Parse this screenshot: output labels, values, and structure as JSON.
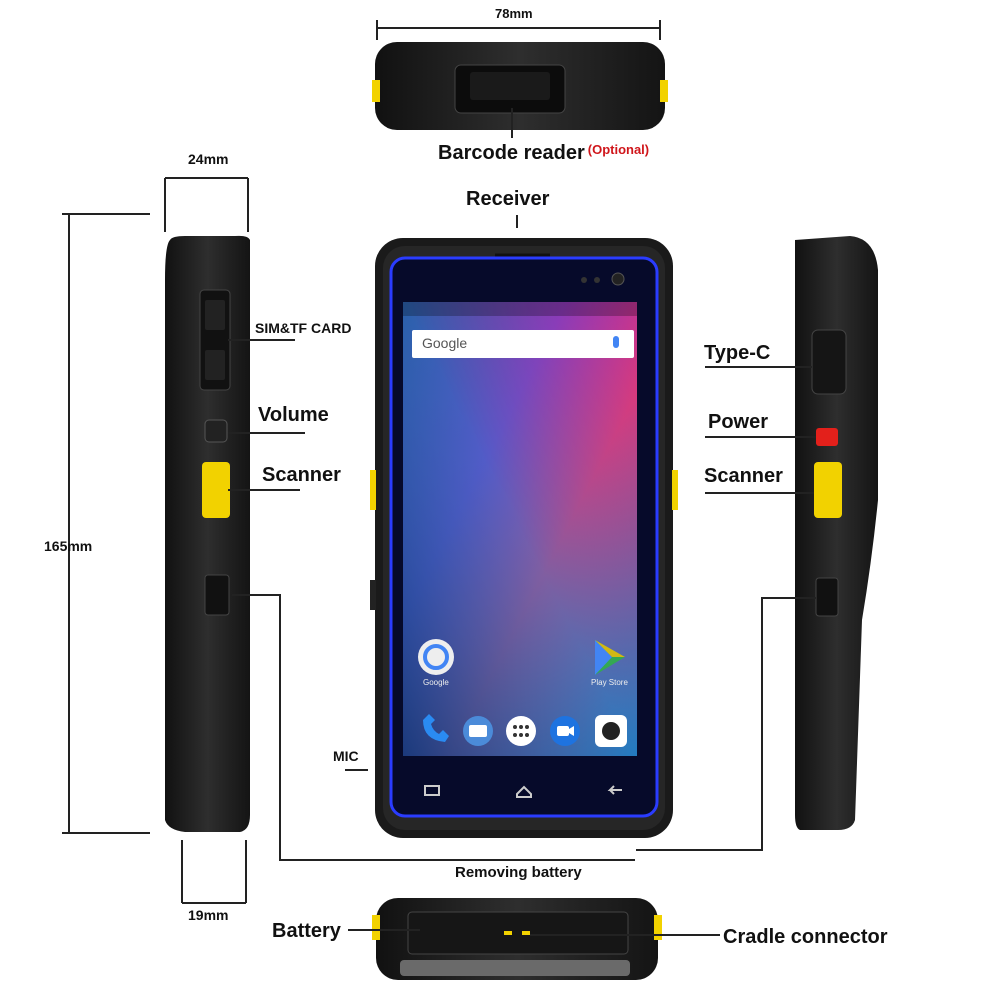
{
  "dimensions": {
    "width": "78mm",
    "depth_top": "24mm",
    "height": "165mm",
    "depth_bottom": "19mm"
  },
  "labels": {
    "barcode_reader": "Barcode reader",
    "optional": "(Optional)",
    "receiver": "Receiver",
    "sim_tf": "SIM&TF CARD",
    "volume": "Volume",
    "scanner_left": "Scanner",
    "type_c": "Type-C",
    "power": "Power",
    "scanner_right": "Scanner",
    "mic": "MIC",
    "removing_battery": "Removing battery",
    "battery": "Battery",
    "cradle_connector": "Cradle connector"
  },
  "screen": {
    "search_brand": "Google",
    "app_google": "Google",
    "app_playstore": "Play Store"
  },
  "colors": {
    "body": "#1c1c1c",
    "accent_yellow": "#f2d200",
    "power_red": "#e3201b",
    "bezel_blue": "#2a3cff"
  }
}
